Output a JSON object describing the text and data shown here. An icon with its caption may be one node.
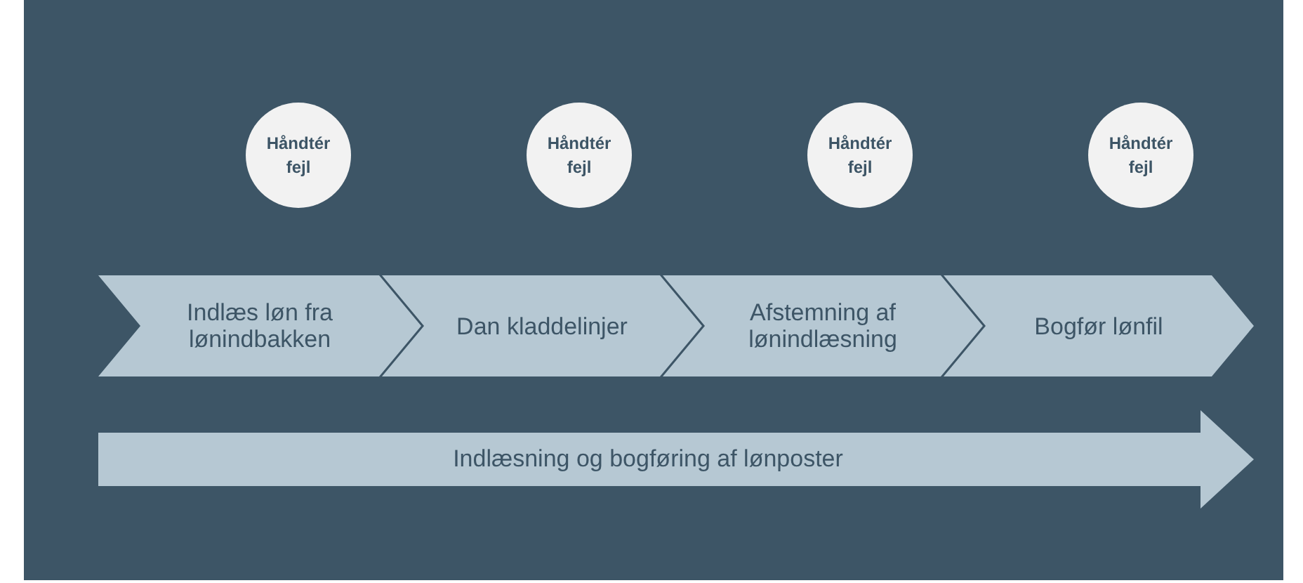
{
  "diagram": {
    "nodes": [
      {
        "text": [
          "Håndtér fejl"
        ]
      },
      {
        "text": [
          "Håndtér fejl"
        ]
      },
      {
        "text": [
          "Håndtér fejl"
        ]
      },
      {
        "text": [
          "Håndtér fejl"
        ]
      },
      {
        "text": [
          "Indlæs løn fra lønindbakken"
        ]
      },
      {
        "text": [
          "Dan kladdelinjer"
        ]
      },
      {
        "text": [
          "Afstemning af lønindlæsning"
        ]
      },
      {
        "text": [
          "Bogfør lønfil"
        ]
      },
      {
        "text": [
          "Indlæsning og bogføring af lønposter"
        ]
      }
    ]
  }
}
